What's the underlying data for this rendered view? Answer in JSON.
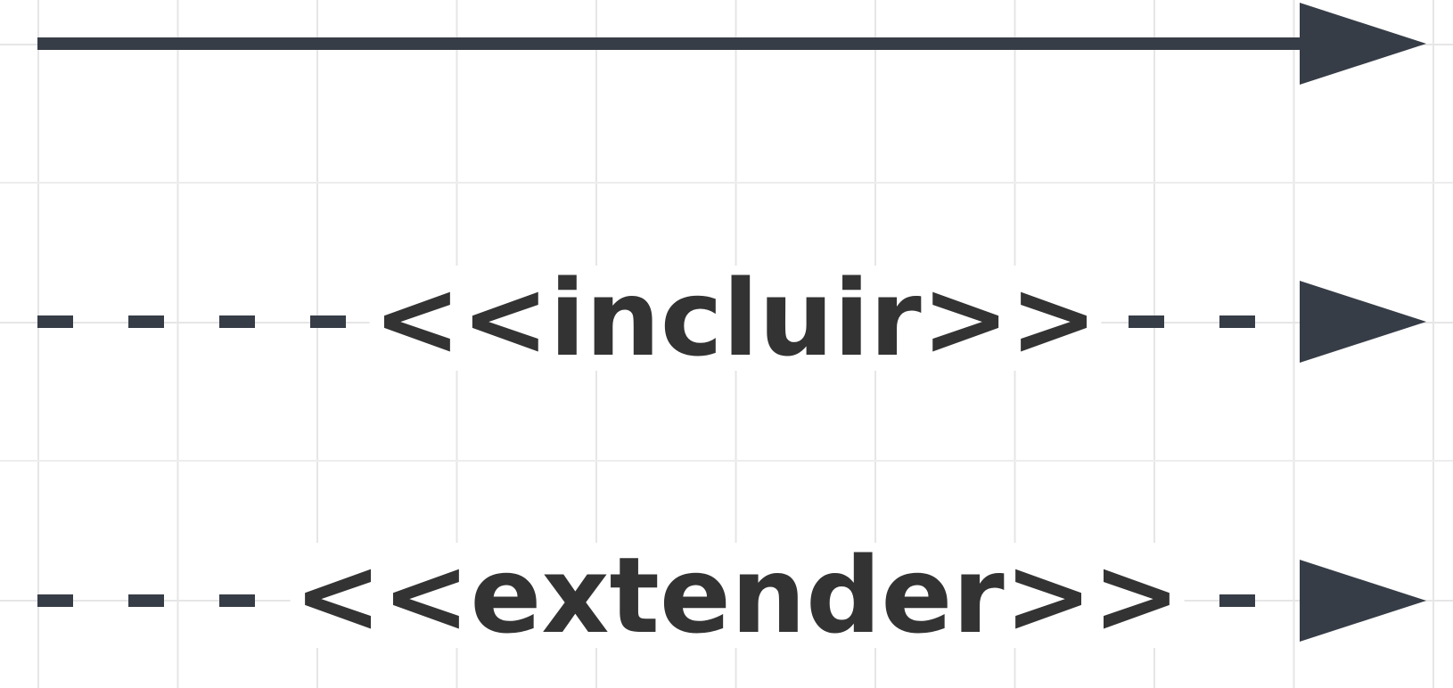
{
  "diagram": {
    "connectors": [
      {
        "kind": "association",
        "style": "solid",
        "label": ""
      },
      {
        "kind": "include",
        "style": "dashed",
        "label": "<<incluir>>"
      },
      {
        "kind": "extend",
        "style": "dashed",
        "label": "<<extender>>"
      }
    ],
    "colors": {
      "line": "#373d47",
      "label": "#333333",
      "grid": "#e6e6e6",
      "background": "#ffffff"
    }
  }
}
